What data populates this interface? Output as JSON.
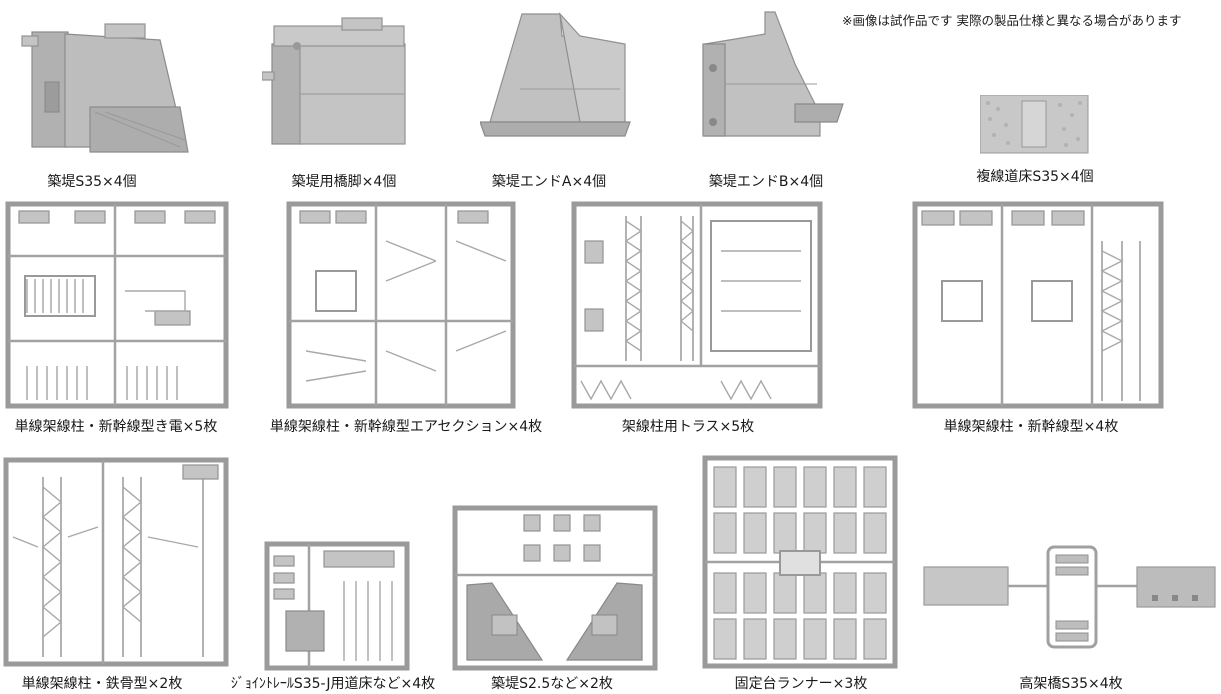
{
  "note": "※画像は試作品です 実際の製品仕様と異なる場合があります",
  "captions": {
    "embankment": "築堤S35×4個",
    "pier": "築堤用橋脚×4個",
    "end_a": "築堤エンドA×4個",
    "end_b": "築堤エンドB×4個",
    "roadbed": "複線道床S35×4個",
    "pole_kiden": "単線架線柱・新幹線型き電×5枚",
    "pole_air": "単線架線柱・新幹線型エアセクション×4枚",
    "truss": "架線柱用トラス×5枚",
    "pole_shinkansen": "単線架線柱・新幹線型×4枚",
    "pole_steel": "単線架線柱・鉄骨型×2枚",
    "joint": "ｼﾞｮｲﾝﾄﾚｰﾙS35-J用道床など×4枚",
    "emb25": "築堤S2.5など×2枚",
    "fixing": "固定台ランナー×3枚",
    "viaduct": "高架橋S35×4枚"
  },
  "colors": {
    "plastic": "#b8b8b8",
    "runner": "#9a9a9a",
    "background": "#ffffff"
  }
}
